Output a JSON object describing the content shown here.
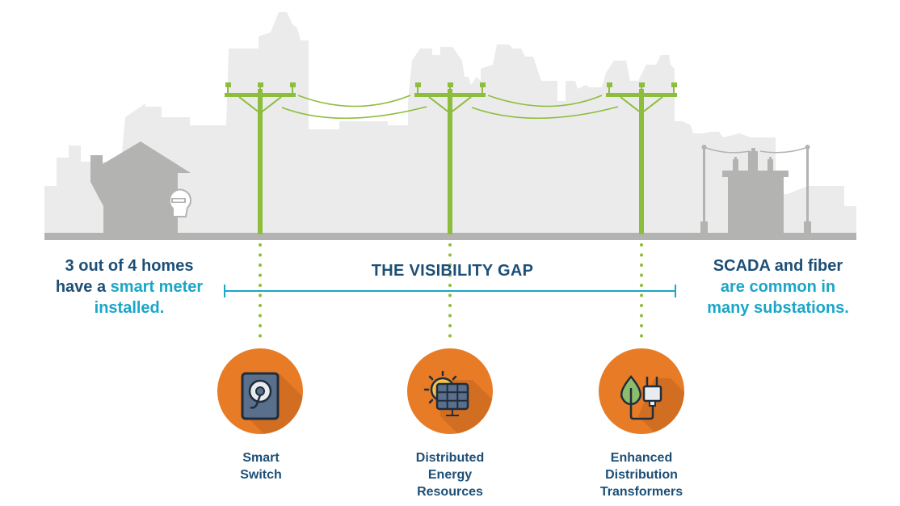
{
  "colors": {
    "skyline": "#ebebeb",
    "ground": "#b3b3b2",
    "house": "#b3b3b2",
    "pole_green": "#8dbd3c",
    "orange_circle": "#e87b26",
    "dark_blue": "#1d4f76",
    "light_blue": "#1aa6c8"
  },
  "left_callout": {
    "line1": "3 out of 4 homes",
    "line2_prefix": "have a ",
    "line2_highlight": "smart meter",
    "line3": "installed."
  },
  "right_callout": {
    "line1": "SCADA and fiber",
    "line2": "are common in",
    "line3": "many substations."
  },
  "gap": {
    "title": "THE VISIBILITY GAP"
  },
  "devices": [
    {
      "icon": "smart-switch-icon",
      "label_lines": [
        "Smart",
        "Switch"
      ]
    },
    {
      "icon": "solar-panel-icon",
      "label_lines": [
        "Distributed",
        "Energy",
        "Resources"
      ]
    },
    {
      "icon": "leaf-plug-icon",
      "label_lines": [
        "Enhanced",
        "Distribution",
        "Transformers"
      ]
    }
  ]
}
